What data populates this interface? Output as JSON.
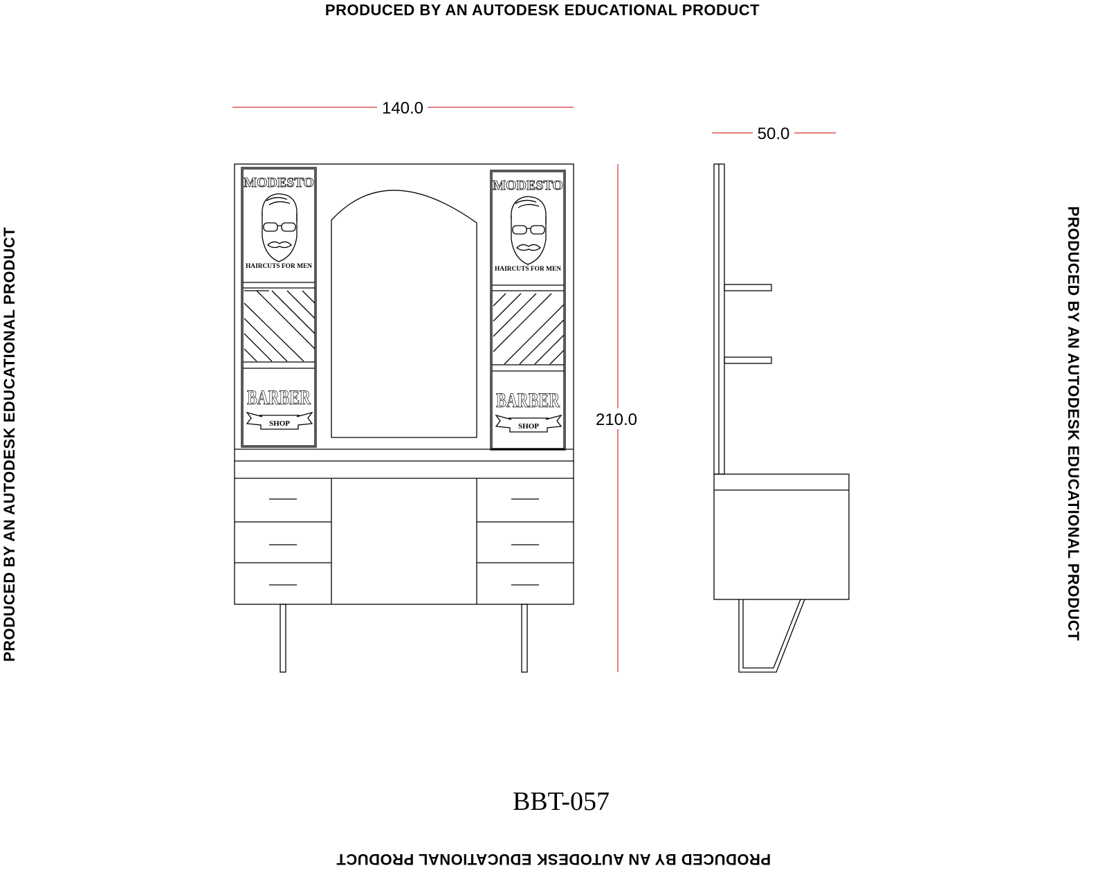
{
  "watermark": {
    "top": "PRODUCED BY AN AUTODESK EDUCATIONAL PRODUCT",
    "bottom": "PRODUCED BY AN AUTODESK EDUCATIONAL PRODUCT",
    "left": "PRODUCED BY AN AUTODESK EDUCATIONAL PRODUCT",
    "right": "PRODUCED BY AN AUTODESK EDUCATIONAL PRODUCT"
  },
  "dimensions": {
    "width": "140.0",
    "height": "210.0",
    "depth": "50.0"
  },
  "posters": {
    "brand": "MODESTO",
    "tagline": "HAIRCUTS FOR MEN",
    "sign": "BARBER",
    "ribbon": "SHOP"
  },
  "drawing_code": "BBT-057",
  "colors": {
    "dimension": "#cc0000",
    "line": "#000000"
  }
}
